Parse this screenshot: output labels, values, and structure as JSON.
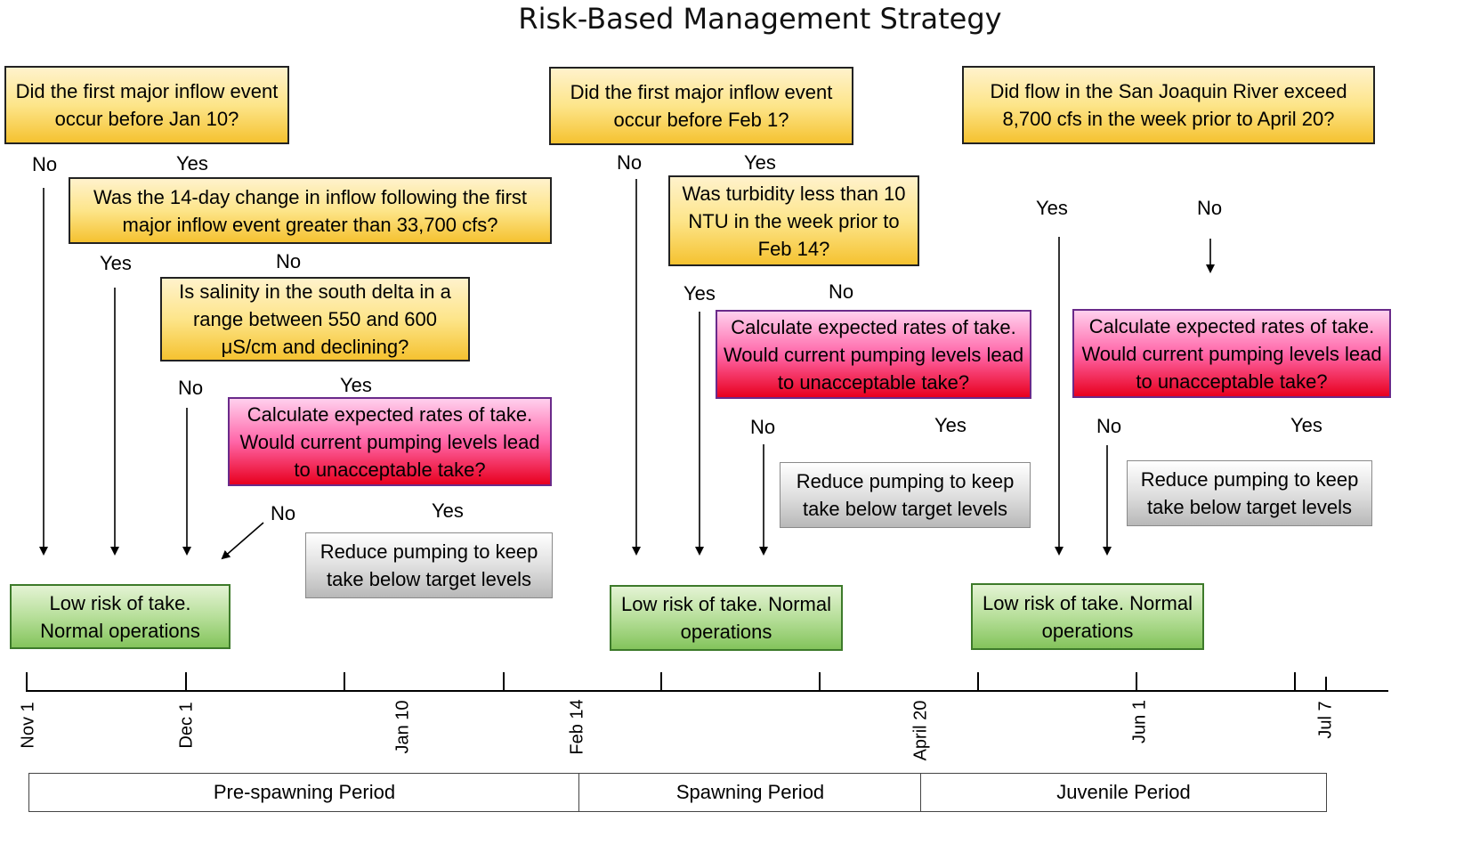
{
  "title": "Risk-Based Management Strategy",
  "boxes": {
    "q1": "Did the first major inflow event occur before Jan 10?",
    "q2": "Was the 14-day change in inflow following the first major inflow event greater than 33,700 cfs?",
    "q3": "Is salinity in the south delta in a range between 550 and 600 μS/cm and declining?",
    "r1": "Calculate expected rates of take. Would current pumping levels lead to unacceptable take?",
    "gr1": "Reduce pumping to keep take below target levels",
    "g1": "Low risk of take. Normal operations",
    "q4": "Did the first major inflow event occur before Feb 1?",
    "q5": "Was turbidity less than 10 NTU in the week prior to Feb 14?",
    "r2": "Calculate expected rates of take. Would current pumping levels lead to unacceptable take?",
    "gr2": "Reduce pumping to keep take below target levels",
    "g2": "Low risk of take. Normal operations",
    "q6": "Did flow in the San Joaquin River exceed 8,700 cfs in the week prior to April 20?",
    "r3": "Calculate expected rates of take. Would current pumping levels lead to unacceptable take?",
    "gr3": "Reduce pumping to keep take below target levels",
    "g3": "Low risk of take. Normal operations"
  },
  "labels": {
    "no": "No",
    "yes": "Yes"
  },
  "timeline": {
    "ticks": [
      "Nov 1",
      "Dec 1",
      "Jan 10",
      "Feb 14",
      "April 20",
      "Jun 1",
      "Jul 7"
    ]
  },
  "periods": [
    "Pre-spawning Period",
    "Spawning Period",
    "Juvenile Period"
  ]
}
